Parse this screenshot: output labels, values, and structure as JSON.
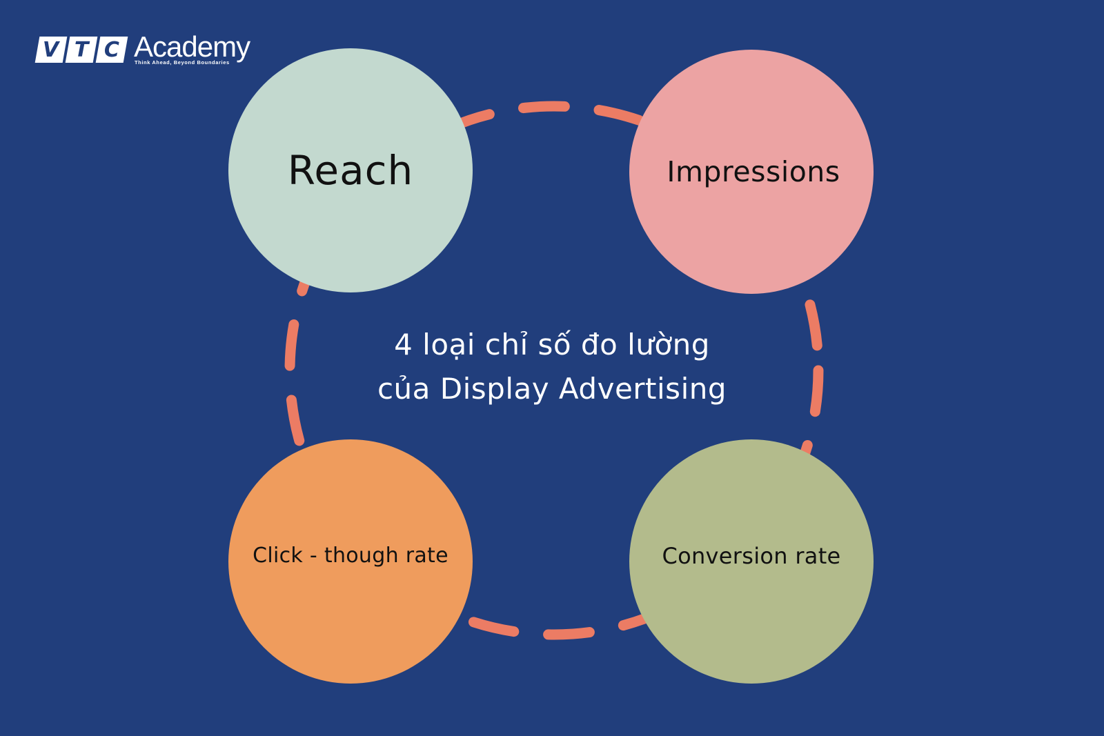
{
  "logo": {
    "letters": [
      "V",
      "T",
      "C"
    ],
    "word": "Academy",
    "tagline": "Think Ahead, Beyond Boundaries"
  },
  "title": {
    "line1": "4 loại chỉ số đo lường",
    "line2": "của Display Advertising"
  },
  "metrics": [
    {
      "label": "Reach",
      "color": "#c3d9cf"
    },
    {
      "label": "Impressions",
      "color": "#eca3a3"
    },
    {
      "label": "Click - though rate",
      "color": "#ef9c5d"
    },
    {
      "label": "Conversion rate",
      "color": "#b3bb8c"
    }
  ],
  "colors": {
    "background": "#213e7c",
    "dashed_ring": "#ec7c64",
    "text_dark": "#111111",
    "text_light": "#ffffff"
  }
}
